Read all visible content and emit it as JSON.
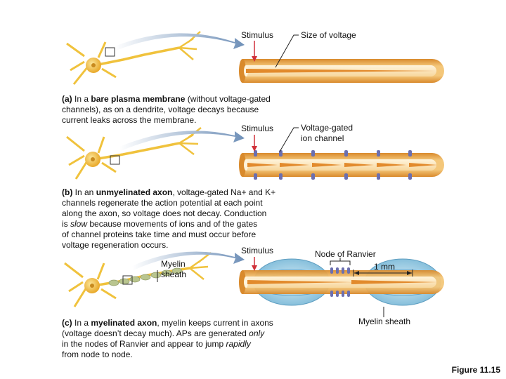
{
  "panel_a": {
    "stimulus": "Stimulus",
    "voltage_label": "Size of voltage",
    "caption": {
      "letter": "(a)",
      "pre": " In a ",
      "bold": "bare plasma membrane",
      "line1_post": " (without voltage-gated",
      "line2": "channels), as on a dendrite, voltage decays because",
      "line3": "current leaks across the membrane."
    }
  },
  "panel_b": {
    "stimulus": "Stimulus",
    "channel_label_1": "Voltage-gated",
    "channel_label_2": "ion channel",
    "caption": {
      "letter": "(b)",
      "pre": " In an ",
      "bold": "unmyelinated axon",
      "line1_post": ", voltage-gated Na+ and K+",
      "line2": "channels regenerate the action potential at each point",
      "line3": "along the axon, so voltage does not decay. Conduction",
      "line4_pre": "is ",
      "line4_italic": "slow",
      "line4_post": " because movements of ions and of the gates",
      "line5": "of channel proteins take time and must occur before",
      "line6": "voltage regeneration occurs."
    }
  },
  "panel_c": {
    "stimulus": "Stimulus",
    "myelin_label_1": "Myelin",
    "myelin_label_2": "sheath",
    "node_label": "Node of Ranvier",
    "distance_label": "1 mm",
    "sheath_label": "Myelin sheath",
    "caption": {
      "letter": "(c)",
      "pre": " In a ",
      "bold": "myelinated axon",
      "line1_post": ", myelin keeps current in axons",
      "line2": "(voltage doesn’t decay much). APs are generated ",
      "line2_italic": "only",
      "line3_pre": "in the nodes of Ranvier and appear to jump ",
      "line3_italic": "rapidly",
      "line4": "from node to node."
    }
  },
  "figure_label": "Figure 11.15",
  "colors": {
    "neuron": "#f0c23c",
    "axon_tube": "#e9a23a",
    "axon_inner": "#fbe3b2",
    "channel": "#6b6fb0",
    "myelin": "#9fcde3",
    "arrow": "#8ea7c7",
    "stimulus_arrow": "#d0313a"
  }
}
